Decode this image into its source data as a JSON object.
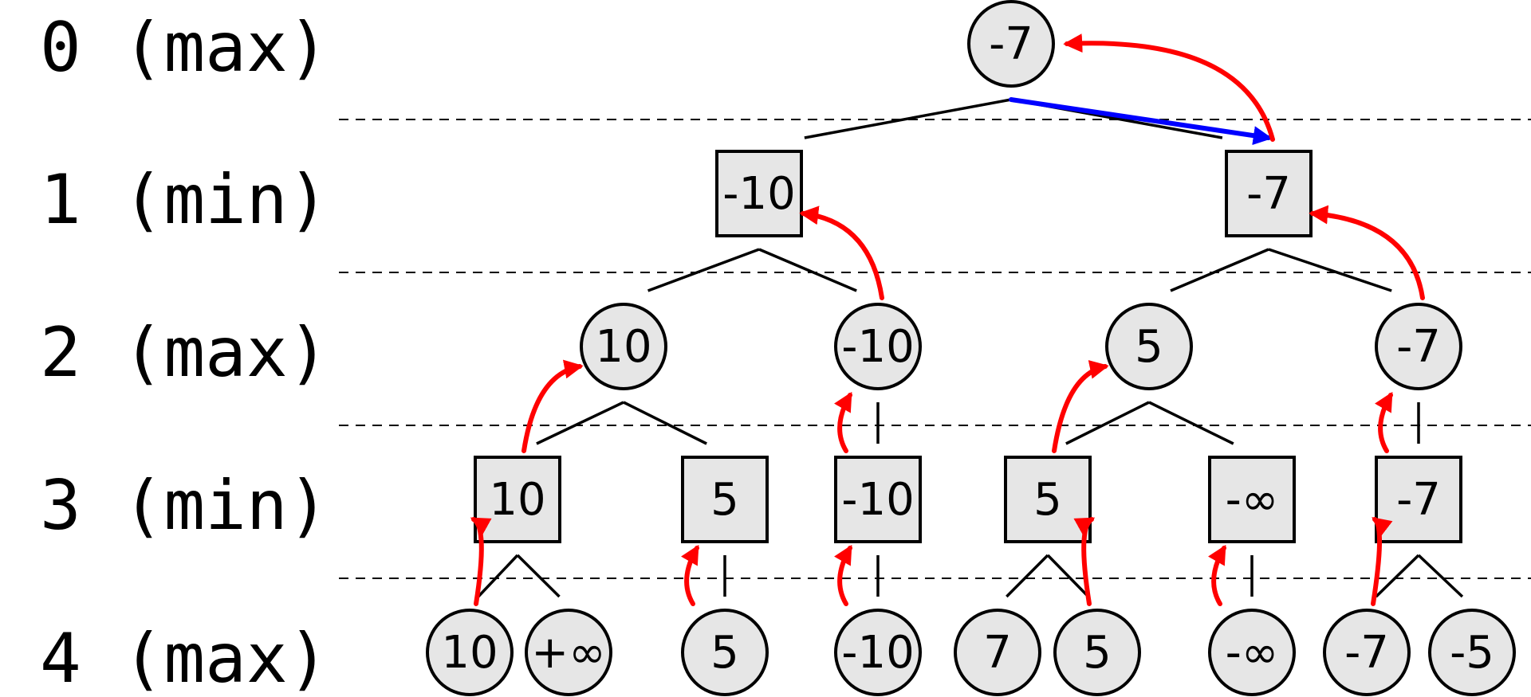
{
  "colors": {
    "node_fill": "#e6e6e6",
    "backup_arrow": "#ff0000",
    "chosen_move": "#0000ff"
  },
  "levels": [
    {
      "label": "0 (max)"
    },
    {
      "label": "1 (min)"
    },
    {
      "label": "2 (max)"
    },
    {
      "label": "3 (min)"
    },
    {
      "label": "4 (max)"
    }
  ],
  "nodes": [
    {
      "id": "n0",
      "depth": 0,
      "shape": "circle",
      "value": "-7"
    },
    {
      "id": "n1a",
      "depth": 1,
      "shape": "square",
      "value": "-10"
    },
    {
      "id": "n1b",
      "depth": 1,
      "shape": "square",
      "value": "-7"
    },
    {
      "id": "n2a",
      "depth": 2,
      "shape": "circle",
      "value": "10"
    },
    {
      "id": "n2b",
      "depth": 2,
      "shape": "circle",
      "value": "-10"
    },
    {
      "id": "n2c",
      "depth": 2,
      "shape": "circle",
      "value": "5"
    },
    {
      "id": "n2d",
      "depth": 2,
      "shape": "circle",
      "value": "-7"
    },
    {
      "id": "n3a",
      "depth": 3,
      "shape": "square",
      "value": "10"
    },
    {
      "id": "n3b",
      "depth": 3,
      "shape": "square",
      "value": "5"
    },
    {
      "id": "n3c",
      "depth": 3,
      "shape": "square",
      "value": "-10"
    },
    {
      "id": "n3d",
      "depth": 3,
      "shape": "square",
      "value": "5"
    },
    {
      "id": "n3e",
      "depth": 3,
      "shape": "square",
      "value": "-∞"
    },
    {
      "id": "n3f",
      "depth": 3,
      "shape": "square",
      "value": "-7"
    },
    {
      "id": "n4a",
      "depth": 4,
      "shape": "circle",
      "value": "10"
    },
    {
      "id": "n4b",
      "depth": 4,
      "shape": "circle",
      "value": "+∞"
    },
    {
      "id": "n4c",
      "depth": 4,
      "shape": "circle",
      "value": "5"
    },
    {
      "id": "n4d",
      "depth": 4,
      "shape": "circle",
      "value": "-10"
    },
    {
      "id": "n4e",
      "depth": 4,
      "shape": "circle",
      "value": "7"
    },
    {
      "id": "n4f",
      "depth": 4,
      "shape": "circle",
      "value": "5"
    },
    {
      "id": "n4g",
      "depth": 4,
      "shape": "circle",
      "value": "-∞"
    },
    {
      "id": "n4h",
      "depth": 4,
      "shape": "circle",
      "value": "-7"
    },
    {
      "id": "n4i",
      "depth": 4,
      "shape": "circle",
      "value": "-5"
    }
  ],
  "edges": [
    [
      "n0",
      "n1a"
    ],
    [
      "n0",
      "n1b"
    ],
    [
      "n1a",
      "n2a"
    ],
    [
      "n1a",
      "n2b"
    ],
    [
      "n1b",
      "n2c"
    ],
    [
      "n1b",
      "n2d"
    ],
    [
      "n2a",
      "n3a"
    ],
    [
      "n2a",
      "n3b"
    ],
    [
      "n2b",
      "n3c"
    ],
    [
      "n2c",
      "n3d"
    ],
    [
      "n2c",
      "n3e"
    ],
    [
      "n2d",
      "n3f"
    ],
    [
      "n3a",
      "n4a"
    ],
    [
      "n3a",
      "n4b"
    ],
    [
      "n3b",
      "n4c"
    ],
    [
      "n3c",
      "n4d"
    ],
    [
      "n3d",
      "n4e"
    ],
    [
      "n3d",
      "n4f"
    ],
    [
      "n3e",
      "n4g"
    ],
    [
      "n3f",
      "n4h"
    ],
    [
      "n3f",
      "n4i"
    ]
  ],
  "chosen_move": [
    "n0",
    "n1b"
  ],
  "backup_arrows": [
    [
      "n4a",
      "n3a"
    ],
    [
      "n4c",
      "n3b"
    ],
    [
      "n4d",
      "n3c"
    ],
    [
      "n4f",
      "n3d"
    ],
    [
      "n4g",
      "n3e"
    ],
    [
      "n4h",
      "n3f"
    ],
    [
      "n3a",
      "n2a"
    ],
    [
      "n3c",
      "n2b"
    ],
    [
      "n3d",
      "n2c"
    ],
    [
      "n3f",
      "n2d"
    ],
    [
      "n2b",
      "n1a"
    ],
    [
      "n2d",
      "n1b"
    ],
    [
      "n1b",
      "n0"
    ]
  ]
}
